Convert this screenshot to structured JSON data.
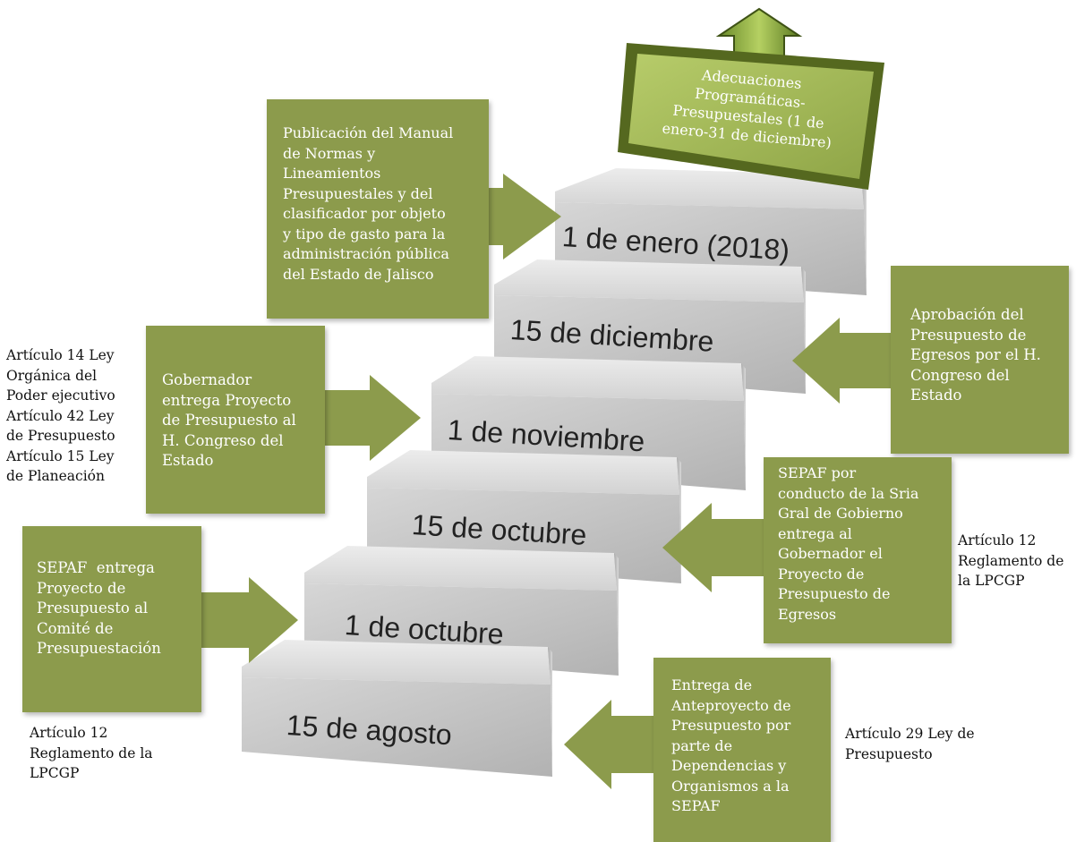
{
  "colors": {
    "box": "#8c9b4c",
    "box_text": "#ffffff",
    "top_box": "#9fb55a",
    "top_border": "#4b5b1f"
  },
  "steps": [
    {
      "label": "15 de agosto"
    },
    {
      "label": "1 de octubre"
    },
    {
      "label": "15 de octubre"
    },
    {
      "label": "1 de noviembre"
    },
    {
      "label": "15 de diciembre"
    },
    {
      "label": "1 de enero (2018)"
    }
  ],
  "top": {
    "lines": [
      "Adecuaciones",
      "Programáticas-",
      "Presupuestales (1 de",
      "enero-31 de diciembre)"
    ]
  },
  "boxes": {
    "publicacion": [
      "Publicación del Manual",
      "de Normas y",
      "Lineamientos",
      "Presupuestales y del",
      "clasificador por objeto",
      "y tipo de gasto para la",
      "administración pública",
      "del Estado de Jalisco"
    ],
    "gobernador": [
      "Gobernador",
      "entrega Proyecto",
      "de Presupuesto al",
      "H. Congreso del",
      "Estado"
    ],
    "sepaf_comite": [
      "SEPAF  entrega",
      "Proyecto de",
      "Presupuesto al",
      "Comité de",
      "Presupuestación"
    ],
    "aprobacion": [
      "Aprobación del",
      "Presupuesto de",
      "Egresos por el H.",
      "Congreso del",
      "Estado"
    ],
    "sepaf_sria": [
      "SEPAF por",
      "conducto de la Sria",
      "Gral de Gobierno",
      "entrega al",
      "Gobernador el",
      "Proyecto de",
      "Presupuesto de",
      "Egresos"
    ],
    "entrega": [
      "Entrega de",
      "Anteproyecto de",
      "Presupuesto por",
      "parte de",
      "Dependencias y",
      "Organismos a la",
      "SEPAF"
    ]
  },
  "notes": {
    "left_top": [
      "Artículo 14 Ley",
      "Orgánica del",
      "Poder ejecutivo",
      "Artículo 42 Ley",
      "de Presupuesto",
      "Artículo 15 Ley",
      "de Planeación"
    ],
    "left_bottom": [
      "Artículo 12",
      "Reglamento de la",
      "LPCGP"
    ],
    "right_mid": [
      "Artículo 12",
      "Reglamento de",
      "la LPCGP"
    ],
    "right_bottom": [
      "Artículo 29 Ley de",
      "Presupuesto"
    ]
  }
}
